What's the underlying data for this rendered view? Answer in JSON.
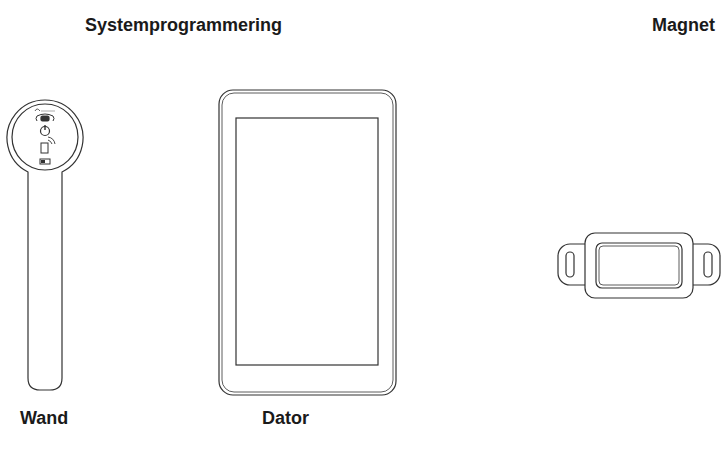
{
  "diagram": {
    "labels": [
      "Systemprogrammering",
      "Magnet",
      "Wand",
      "Dator"
    ]
  }
}
